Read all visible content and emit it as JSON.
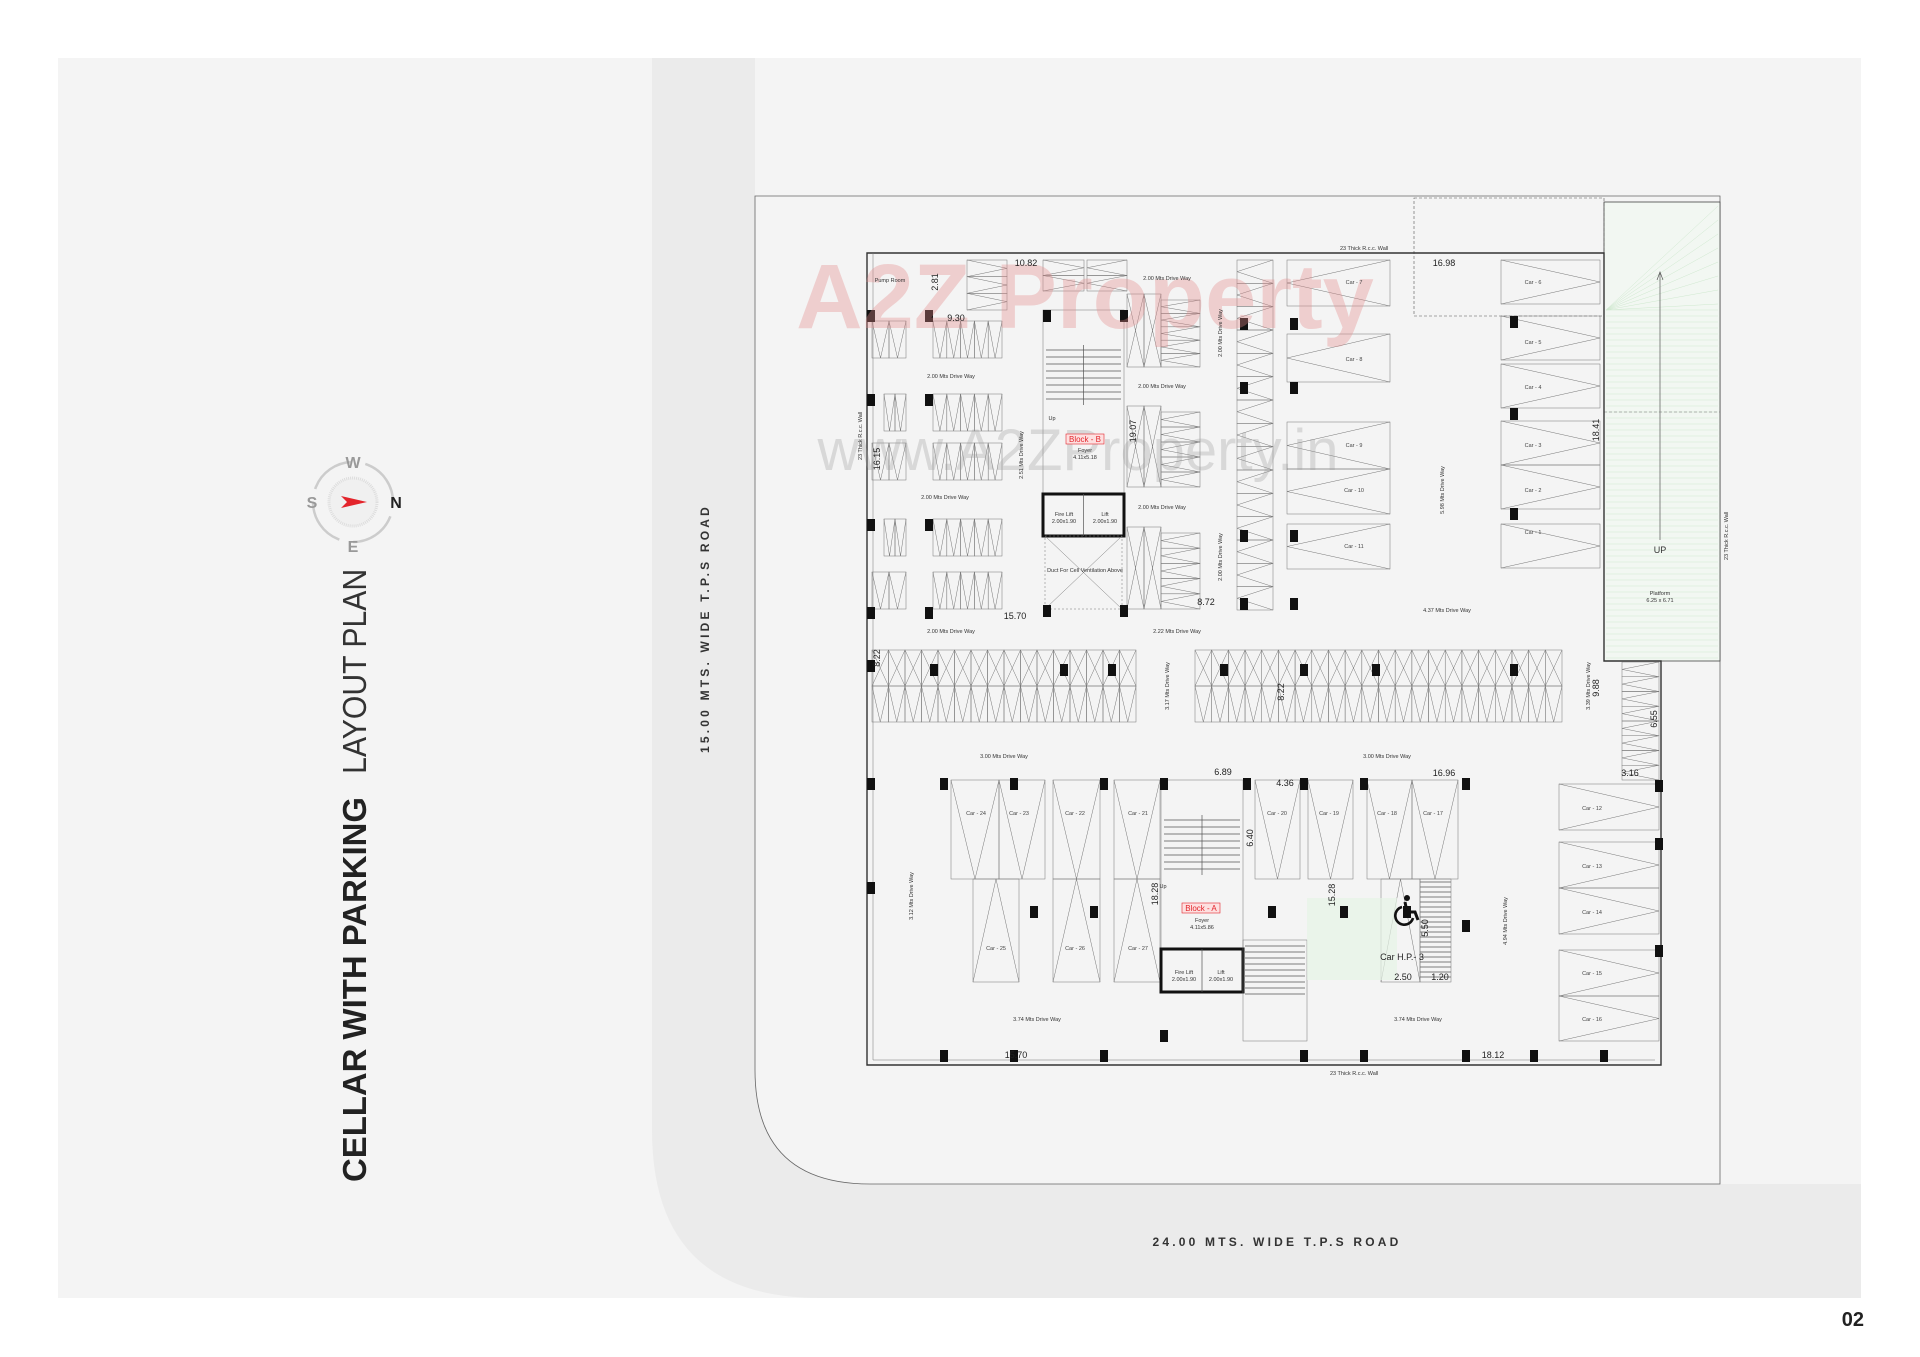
{
  "title": {
    "bold": "CELLAR WITH PARKING",
    "light": "LAYOUT PLAN"
  },
  "compass": {
    "w": "W",
    "s": "S",
    "n": "N",
    "e": "E",
    "arrow_color": "#e3242b"
  },
  "roads": {
    "west": "15.00 MTS. WIDE T.P.S ROAD",
    "south": "24.00 MTS. WIDE T.P.S ROAD"
  },
  "page_number": "02",
  "watermark": {
    "logo": "A2Z Property",
    "url": "www.A2ZProperty.in"
  },
  "colors": {
    "panel": "#f4f4f4",
    "road": "#ebebeb",
    "block_label": "#e3242b",
    "ramp": "#cfe8cf"
  },
  "rooms": {
    "pump_room": "Pump Room",
    "block_b": "Block - B",
    "block_b_foyer": "Foyer",
    "block_b_foyer_size": "4.11x5.18",
    "block_b_fire_lift": "Fire Lift",
    "block_b_fire_lift_size": "2.00x1.90",
    "block_b_lift": "Lift",
    "block_b_lift_size": "2.00x1.90",
    "duct": "Duct For Cell Ventilation Above",
    "block_a": "Block - A",
    "block_a_foyer": "Foyer",
    "block_a_foyer_size": "4.11x5.86",
    "block_a_fire_lift": "Fire Lift",
    "block_a_fire_lift_size": "2.00x1.90",
    "block_a_lift": "Lift",
    "block_a_lift_size": "2.00x1.90",
    "up": "Up",
    "ramp_up": "UP",
    "platform": "Platform",
    "platform_size": "6.25 x 6.71",
    "hp_car": "Car H.P.- 3",
    "wall_note": "23 Thick R.c.c. Wall"
  },
  "driveways": [
    "2.00 Mts Drive Way",
    "2.00 Mts Drive Way",
    "2.00 Mts Drive Way",
    "2.00 Mts Drive Way",
    "2.00 Mts Drive Way",
    "2.00 Mts Drive Way",
    "2.22 Mts Drive Way",
    "2.00 Mts Drive Way",
    "2.00 Mts Drive Way",
    "2.51 Mts Drive Way",
    "5.98 Mts Drive Way",
    "4.37 Mts Drive Way",
    "3.17 Mts Drive Way",
    "3.00 Mts Drive Way",
    "3.00 Mts Drive Way",
    "3.39 Mts Drive Way",
    "3.12 Mts Drive Way",
    "3.74 Mts Drive Way",
    "3.74 Mts Drive Way",
    "4.94 Mts Drive Way"
  ],
  "dimensions": [
    "10.82",
    "2.81",
    "9.30",
    "16.15",
    "15.70",
    "8.72",
    "19.07",
    "16.98",
    "18.41",
    "8.22",
    "8.22",
    "9.88",
    "6.55",
    "3.16",
    "6.89",
    "4.36",
    "16.96",
    "6.40",
    "18.28",
    "15.28",
    "15.70",
    "18.12",
    "5.50",
    "2.50",
    "1.20"
  ],
  "cars": [
    "Car - 7",
    "Car - 8",
    "Car - 9",
    "Car - 10",
    "Car - 11",
    "Car - 6",
    "Car - 5",
    "Car - 4",
    "Car - 3",
    "Car - 2",
    "Car - 1",
    "Car - 24",
    "Car - 23",
    "Car - 22",
    "Car - 21",
    "Car - 25",
    "Car - 26",
    "Car - 27",
    "Car - 20",
    "Car - 19",
    "Car - 18",
    "Car - 17",
    "Car - 12",
    "Car - 13",
    "Car - 14",
    "Car - 15",
    "Car - 16"
  ]
}
